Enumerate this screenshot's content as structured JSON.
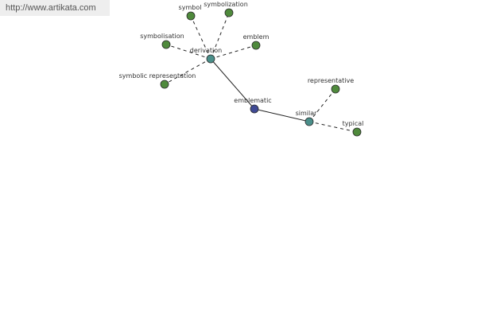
{
  "header": {
    "source_link": "http://www.artikata.com"
  },
  "colors": {
    "leaf_node": "#4f8a3c",
    "hub_node": "#4a8f8a",
    "root_node": "#3f4a94",
    "edge": "#222222",
    "label": "#333333"
  },
  "graph": {
    "nodes": [
      {
        "id": "emblematic",
        "label": "emblematic",
        "kind": "root"
      },
      {
        "id": "derivation",
        "label": "derivation",
        "kind": "hub"
      },
      {
        "id": "similar",
        "label": "similar",
        "kind": "hub"
      },
      {
        "id": "symbol",
        "label": "symbol",
        "kind": "leaf"
      },
      {
        "id": "symbolization",
        "label": "symbolization",
        "kind": "leaf"
      },
      {
        "id": "symbolisation",
        "label": "symbolisation",
        "kind": "leaf"
      },
      {
        "id": "emblem",
        "label": "emblem",
        "kind": "leaf"
      },
      {
        "id": "symbolic-representation",
        "label": "symbolic representation",
        "kind": "leaf"
      },
      {
        "id": "representative",
        "label": "representative",
        "kind": "leaf"
      },
      {
        "id": "typical",
        "label": "typical",
        "kind": "leaf"
      }
    ],
    "edges": [
      {
        "from": "emblematic",
        "to": "derivation",
        "style": "solid"
      },
      {
        "from": "emblematic",
        "to": "similar",
        "style": "solid"
      },
      {
        "from": "derivation",
        "to": "symbol",
        "style": "dashed"
      },
      {
        "from": "derivation",
        "to": "symbolization",
        "style": "dashed"
      },
      {
        "from": "derivation",
        "to": "symbolisation",
        "style": "dashed"
      },
      {
        "from": "derivation",
        "to": "emblem",
        "style": "dashed"
      },
      {
        "from": "derivation",
        "to": "symbolic-representation",
        "style": "dashed"
      },
      {
        "from": "similar",
        "to": "representative",
        "style": "dashed"
      },
      {
        "from": "similar",
        "to": "typical",
        "style": "dashed"
      }
    ]
  }
}
